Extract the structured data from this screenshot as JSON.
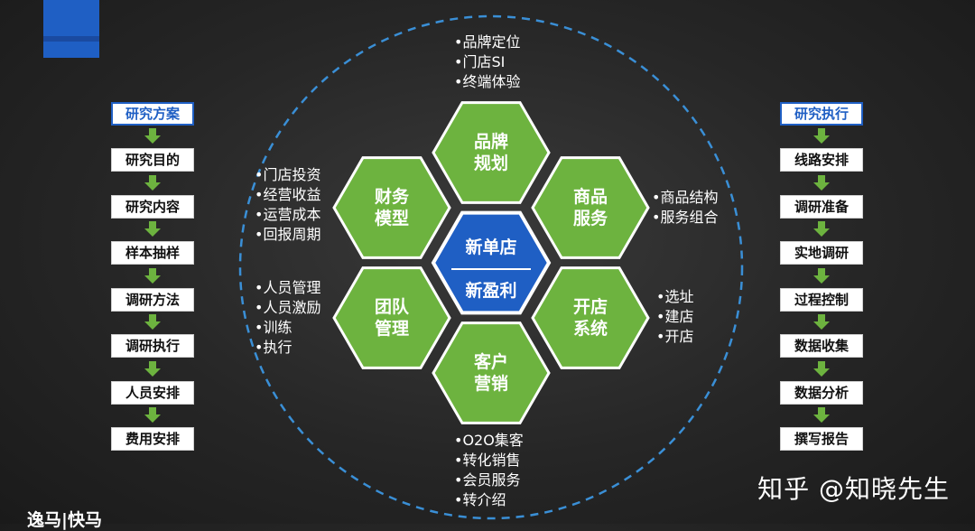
{
  "colors": {
    "accent_blue": "#1f5fc4",
    "hex_green": "#6db33f",
    "hex_border": "#ffffff",
    "center_blue": "#1f5fc4",
    "ring": "#3a8fd6"
  },
  "left_flow": {
    "title": "研究方案",
    "steps": [
      "研究目的",
      "研究内容",
      "样本抽样",
      "调研方法",
      "调研执行",
      "人员安排",
      "费用安排"
    ]
  },
  "right_flow": {
    "title": "研究执行",
    "steps": [
      "线路安排",
      "调研准备",
      "实地调研",
      "过程控制",
      "数据收集",
      "数据分析",
      "撰写报告"
    ]
  },
  "center": {
    "line1": "新单店",
    "line2": "新盈利"
  },
  "hexes": {
    "top": "品牌\n规划",
    "upper_right": "商品\n服务",
    "lower_right": "开店\n系统",
    "bottom": "客户\n营销",
    "lower_left": "团队\n管理",
    "upper_left": "财务\n模型"
  },
  "annotations": {
    "top": [
      "品牌定位",
      "门店SI",
      "终端体验"
    ],
    "upper_right": [
      "商品结构",
      "服务组合"
    ],
    "lower_right": [
      "选址",
      "建店",
      "开店"
    ],
    "bottom": [
      "O2O集客",
      "转化销售",
      "会员服务",
      "转介绍"
    ],
    "lower_left": [
      "人员管理",
      "人员激励",
      "训练",
      "执行"
    ],
    "upper_left": [
      "门店投资",
      "经营收益",
      "运营成本",
      "回报周期"
    ]
  },
  "watermark": "知乎 @知晓先生",
  "logo_text": "逸马|快马"
}
